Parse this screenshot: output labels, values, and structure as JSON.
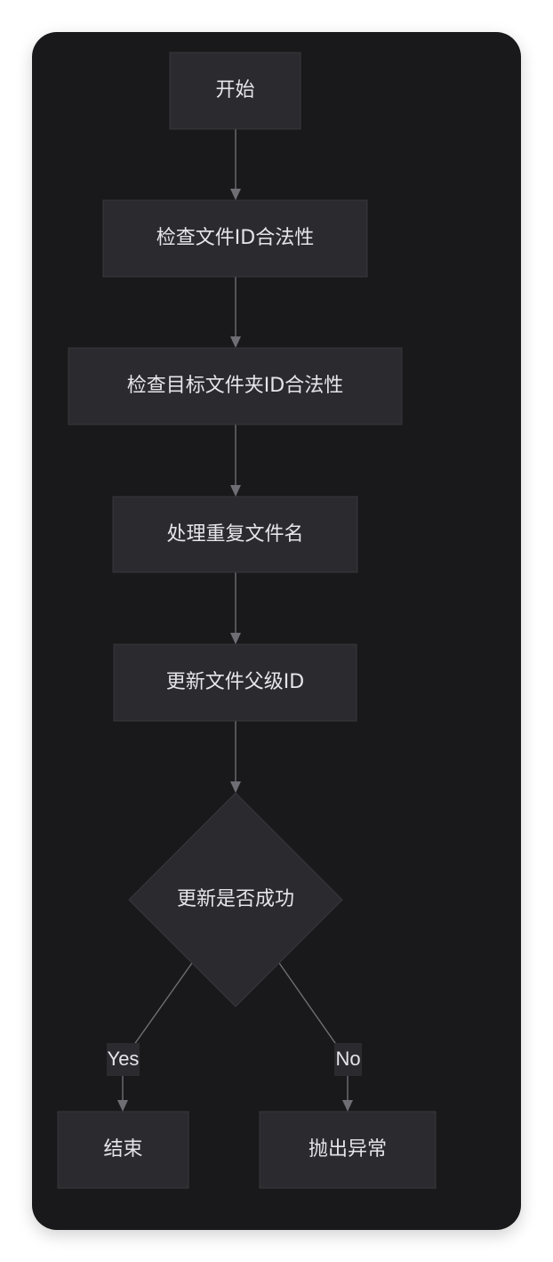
{
  "nodes": {
    "start": "开始",
    "check_file_id": "检查文件ID合法性",
    "check_folder_id": "检查目标文件夹ID合法性",
    "handle_duplicate": "处理重复文件名",
    "update_parent": "更新文件父级ID",
    "decision": "更新是否成功",
    "end": "结束",
    "throw_error": "抛出异常"
  },
  "edges": {
    "yes_label": "Yes",
    "no_label": "No"
  }
}
